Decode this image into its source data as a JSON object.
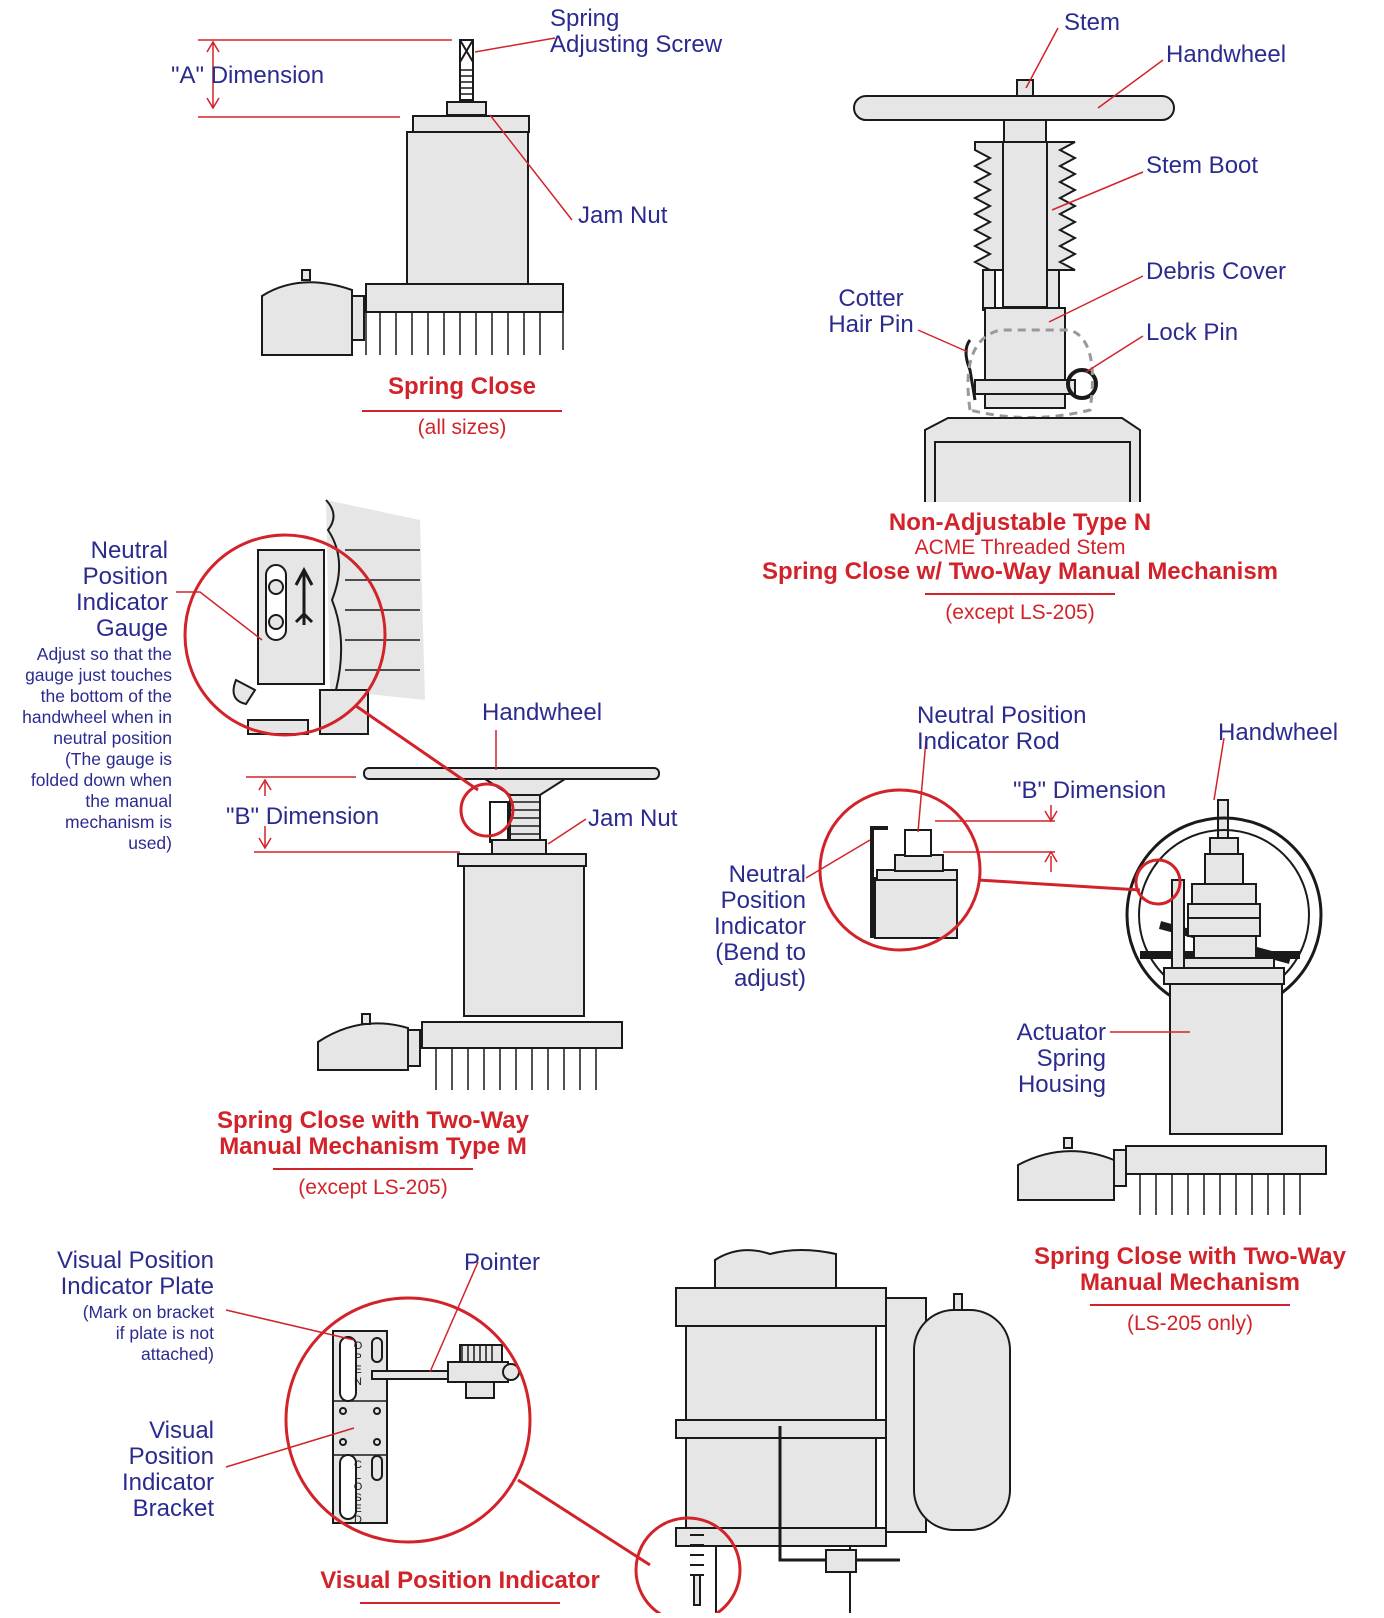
{
  "spring_close": {
    "labels": {
      "adjusting_screw": [
        "Spring",
        "Adjusting Screw"
      ],
      "a_dimension": "\"A\" Dimension",
      "jam_nut": "Jam Nut"
    },
    "caption": {
      "title": "Spring Close",
      "note": "(all sizes)"
    }
  },
  "type_n": {
    "labels": {
      "stem": "Stem",
      "handwheel": "Handwheel",
      "stem_boot": "Stem Boot",
      "debris_cover": "Debris Cover",
      "cotter_pin": [
        "Cotter",
        "Hair Pin"
      ],
      "lock_pin": "Lock Pin"
    },
    "caption": {
      "title": "Non-Adjustable Type N",
      "subtitle": "ACME Threaded Stem",
      "title2": "Spring Close w/ Two-Way Manual Mechanism",
      "note": "(except LS-205)"
    }
  },
  "type_m": {
    "labels": {
      "gauge": [
        "Neutral",
        "Position",
        "Indicator",
        "Gauge"
      ],
      "gauge_note": [
        "Adjust so that the",
        "gauge just touches",
        "the bottom of the",
        "handwheel when in",
        "neutral position",
        "(The gauge is",
        "folded down when",
        "the manual",
        "mechanism is",
        "used)"
      ],
      "handwheel": "Handwheel",
      "b_dimension": "\"B\" Dimension",
      "jam_nut": "Jam Nut"
    },
    "caption": {
      "title_lines": [
        "Spring Close with Two-Way",
        "Manual Mechanism Type M"
      ],
      "note": "(except LS-205)"
    }
  },
  "ls205": {
    "labels": {
      "indicator_rod": [
        "Neutral Position",
        "Indicator Rod"
      ],
      "handwheel": "Handwheel",
      "b_dimension": "\"B\" Dimension",
      "indicator": [
        "Neutral",
        "Position",
        "Indicator",
        "(Bend to",
        "adjust)"
      ],
      "housing": [
        "Actuator",
        "Spring",
        "Housing"
      ]
    },
    "caption": {
      "title_lines": [
        "Spring Close with Two-Way",
        "Manual Mechanism"
      ],
      "note": "(LS-205 only)"
    }
  },
  "visual": {
    "labels": {
      "plate": [
        "Visual Position",
        "Indicator Plate"
      ],
      "plate_note": [
        "(Mark on bracket",
        "if plate is not",
        "attached)"
      ],
      "pointer": "Pointer",
      "bracket": [
        "Visual",
        "Position",
        "Indicator",
        "Bracket"
      ],
      "open": "OPEN",
      "closed": "CLOSED"
    },
    "caption": {
      "title": "Visual Position Indicator"
    }
  },
  "colors": {
    "label_blue": "#2b2b8f",
    "caption_red": "#d2232a",
    "part_fill": "#e6e6e6",
    "outline": "#1a1a1a"
  }
}
